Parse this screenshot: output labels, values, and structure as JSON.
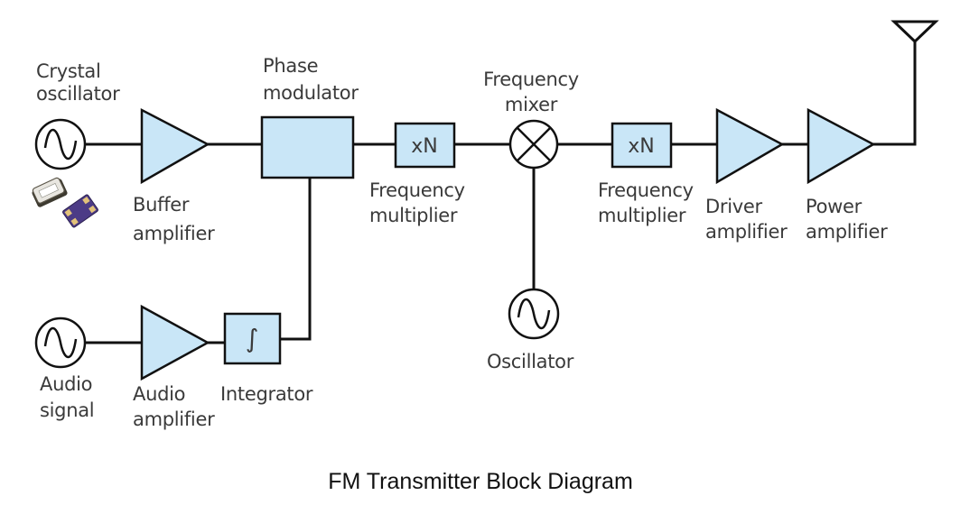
{
  "title": "FM Transmitter Block Diagram",
  "colors": {
    "block_fill": "#c9e6f7",
    "line": "#111111",
    "label_text": "#3a3a3a",
    "background": "#ffffff"
  },
  "blocks": {
    "crystal_oscillator": {
      "label": [
        "Crystal",
        "oscillator"
      ],
      "icon": "sine-source-icon"
    },
    "crystal_component": {
      "icon": "crystal-chip-icon"
    },
    "buffer_amplifier": {
      "label": [
        "Buffer",
        "amplifier"
      ],
      "icon": "amplifier-triangle-icon"
    },
    "phase_modulator": {
      "label": [
        "Phase",
        "modulator"
      ]
    },
    "frequency_multiplier_1": {
      "symbol": "xN",
      "label": [
        "Frequency",
        "multiplier"
      ]
    },
    "frequency_mixer": {
      "label": [
        "Frequency",
        "mixer"
      ],
      "icon": "mixer-cross-icon"
    },
    "frequency_multiplier_2": {
      "symbol": "xN",
      "label": [
        "Frequency",
        "multiplier"
      ]
    },
    "driver_amplifier": {
      "label": [
        "Driver",
        "amplifier"
      ],
      "icon": "amplifier-triangle-icon"
    },
    "power_amplifier": {
      "label": [
        "Power",
        "amplifier"
      ],
      "icon": "amplifier-triangle-icon"
    },
    "antenna": {
      "icon": "antenna-icon"
    },
    "oscillator": {
      "label": [
        "Oscillator"
      ],
      "icon": "sine-source-icon"
    },
    "audio_signal": {
      "label": [
        "Audio",
        "signal"
      ],
      "icon": "sine-source-icon"
    },
    "audio_amplifier": {
      "label": [
        "Audio",
        "amplifier"
      ],
      "icon": "amplifier-triangle-icon"
    },
    "integrator": {
      "symbol": "∫",
      "label": [
        "Integrator"
      ]
    }
  },
  "connections": [
    [
      "crystal_oscillator",
      "buffer_amplifier"
    ],
    [
      "buffer_amplifier",
      "phase_modulator"
    ],
    [
      "phase_modulator",
      "frequency_multiplier_1"
    ],
    [
      "frequency_multiplier_1",
      "frequency_mixer"
    ],
    [
      "frequency_mixer",
      "frequency_multiplier_2"
    ],
    [
      "frequency_multiplier_2",
      "driver_amplifier"
    ],
    [
      "driver_amplifier",
      "power_amplifier"
    ],
    [
      "power_amplifier",
      "antenna"
    ],
    [
      "oscillator",
      "frequency_mixer"
    ],
    [
      "audio_signal",
      "audio_amplifier"
    ],
    [
      "audio_amplifier",
      "integrator"
    ],
    [
      "integrator",
      "phase_modulator"
    ]
  ]
}
